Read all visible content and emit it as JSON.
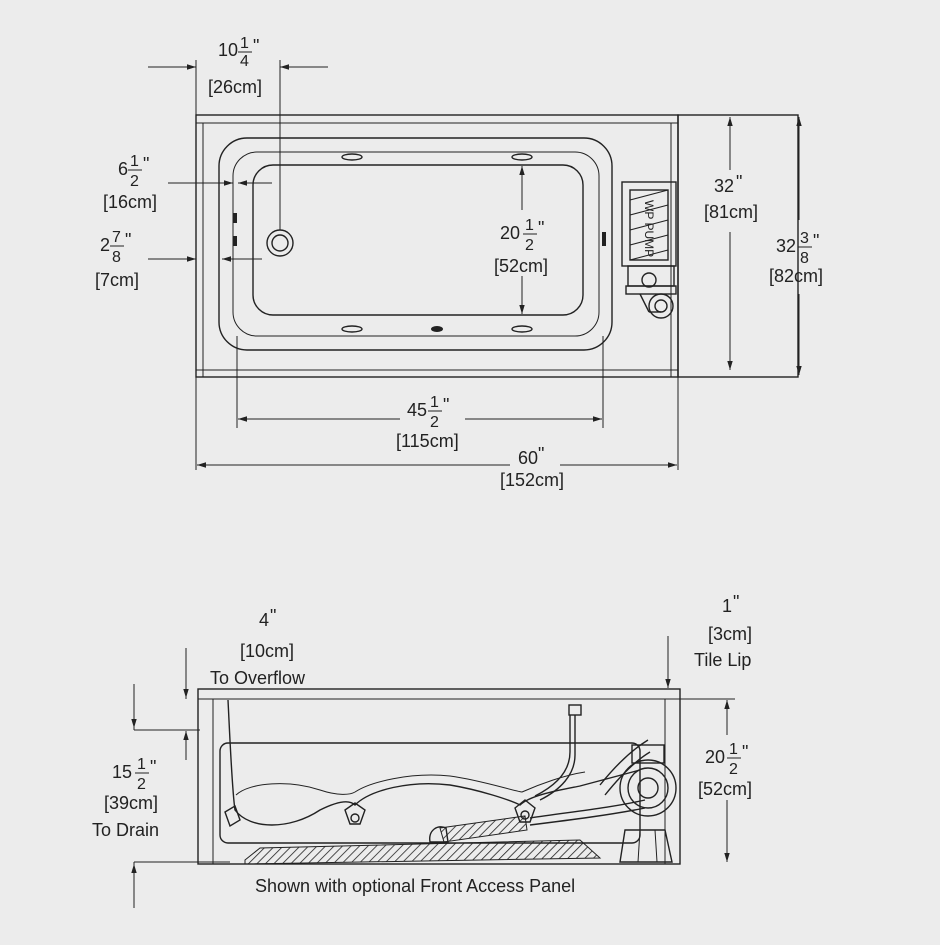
{
  "top_view": {
    "dim_drain_offset": {
      "whole": "10",
      "num": "1",
      "den": "4",
      "unit": "\"",
      "metric": "[26cm]"
    },
    "dim_inner_gap": {
      "whole": "6",
      "num": "1",
      "den": "2",
      "unit": "\"",
      "metric": "[16cm]"
    },
    "dim_drain_side": {
      "whole": "2",
      "num": "7",
      "den": "8",
      "unit": "\"",
      "metric": "[7cm]"
    },
    "dim_bath_width": {
      "whole": "20",
      "num": "1",
      "den": "2",
      "unit": "\"",
      "metric": "[52cm]"
    },
    "dim_depth": {
      "whole": "32",
      "unit": "\"",
      "metric": "[81cm]"
    },
    "dim_overall_depth": {
      "whole": "32",
      "num": "3",
      "den": "8",
      "unit": "\"",
      "metric": "[82cm]"
    },
    "dim_bath_length": {
      "whole": "45",
      "num": "1",
      "den": "2",
      "unit": "\"",
      "metric": "[115cm]"
    },
    "dim_length": {
      "whole": "60",
      "unit": "\"",
      "metric": "[152cm]"
    },
    "pump_label": "WP PUMP"
  },
  "side_view": {
    "dim_overflow": {
      "whole": "4",
      "unit": "\"",
      "metric": "[10cm]",
      "note": "To Overflow"
    },
    "dim_tile_lip": {
      "whole": "1",
      "unit": "\"",
      "metric": "[3cm]",
      "note": "Tile Lip"
    },
    "dim_drain_height": {
      "whole": "15",
      "num": "1",
      "den": "2",
      "unit": "\"",
      "metric": "[39cm]",
      "note": "To Drain"
    },
    "dim_height": {
      "whole": "20",
      "num": "1",
      "den": "2",
      "unit": "\"",
      "metric": "[52cm]"
    },
    "caption": "Shown with optional Front Access Panel"
  }
}
